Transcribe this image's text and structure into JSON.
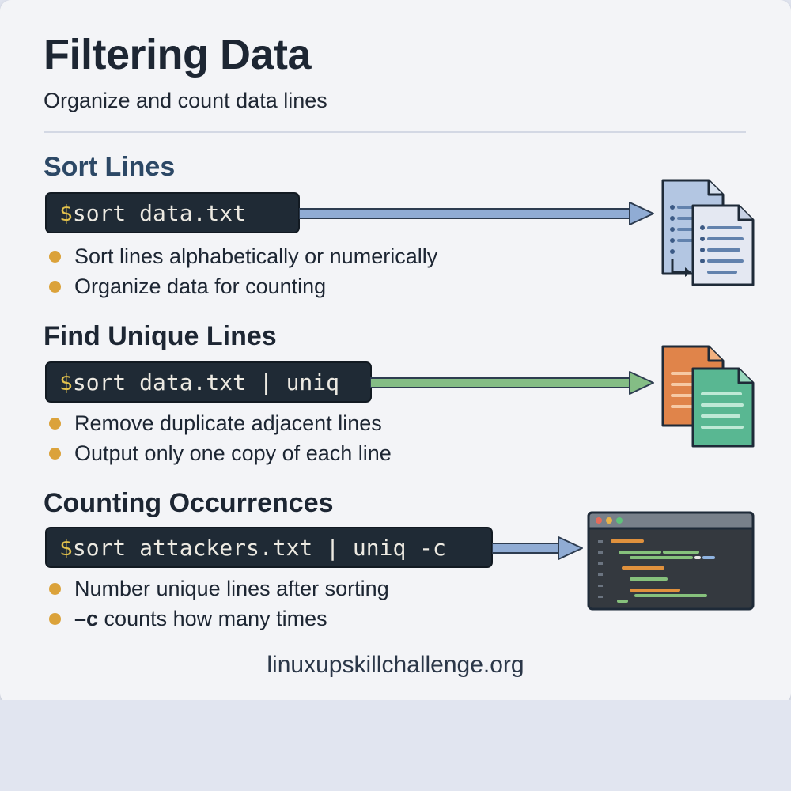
{
  "header": {
    "title": "Filtering Data",
    "subtitle": "Organize and count data lines"
  },
  "sections": [
    {
      "heading": "Sort Lines",
      "heading_color": "#2c4866",
      "prompt": "$",
      "command": "sort data.txt",
      "arrow_color": "#90acd4",
      "bullets": [
        "Sort lines alphabetically or numerically",
        "Organize data for counting"
      ],
      "icon": "documents-icon"
    },
    {
      "heading": "Find Unique Lines",
      "heading_color": "#1d2633",
      "prompt": "$",
      "command": "sort data.txt | uniq",
      "arrow_color": "#84bd85",
      "bullets": [
        "Remove duplicate adjacent lines",
        "Output only one copy of each line"
      ],
      "icon": "file-copies-icon"
    },
    {
      "heading": "Counting Occurrences",
      "heading_color": "#1d2633",
      "prompt": "$",
      "command": "sort attackers.txt | uniq -c",
      "arrow_color": "#90acd4",
      "bullets_note": "second bullet starts with a bold flag",
      "bullet1": "Number unique lines after sorting",
      "bullet2_flag": "–c",
      "bullet2_rest": " counts how many times",
      "icon": "terminal-window-icon"
    }
  ],
  "footer": {
    "site": "linuxupskillchallenge.org"
  },
  "colors": {
    "background": "#f3f4f7",
    "terminal": "#1f2a35",
    "prompt": "#e2c14c",
    "bullet": "#dba23a"
  }
}
